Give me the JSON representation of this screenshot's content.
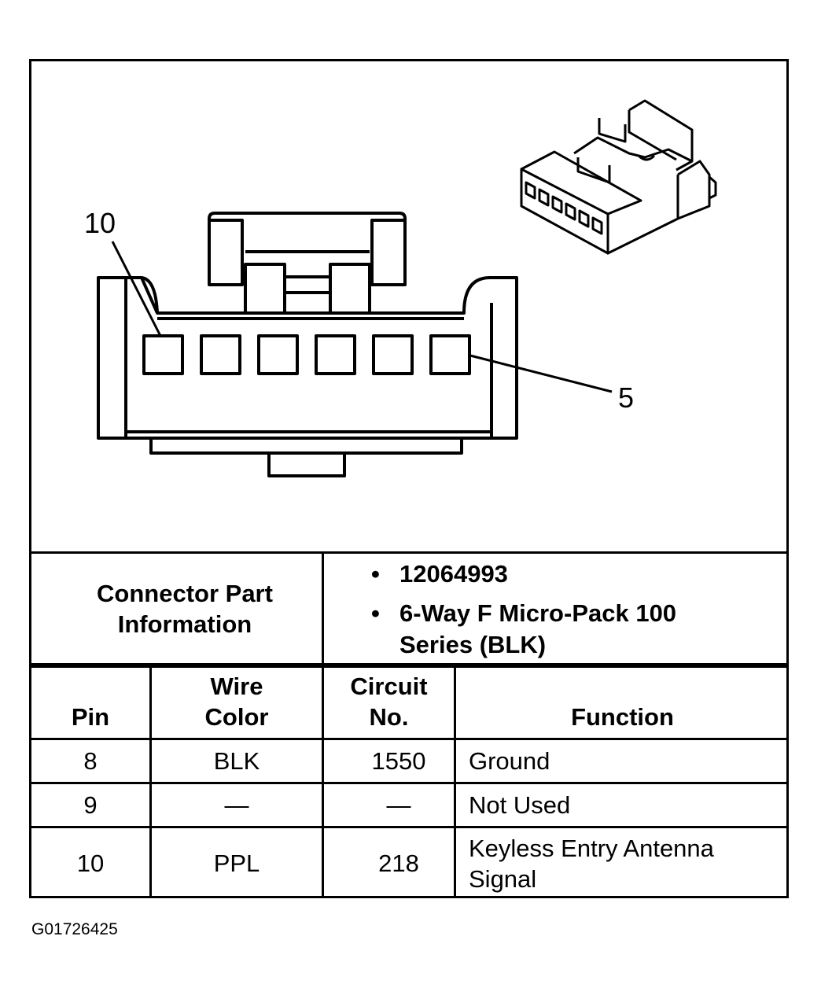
{
  "diagram": {
    "pin_callouts": [
      "10",
      "5"
    ]
  },
  "connector_info": {
    "label": "Connector Part Information",
    "items": [
      "12064993",
      "6-Way F Micro-Pack 100 Series (BLK)"
    ]
  },
  "table": {
    "headers": {
      "pin": "Pin",
      "wire_color": "Wire Color",
      "circuit_no": "Circuit No.",
      "function": "Function"
    },
    "rows": [
      {
        "pin": "8",
        "wire_color": "BLK",
        "circuit_no": "1550",
        "function": "Ground"
      },
      {
        "pin": "9",
        "wire_color": "—",
        "circuit_no": "—",
        "function": "Not Used"
      },
      {
        "pin": "10",
        "wire_color": "PPL",
        "circuit_no": "218",
        "function": "Keyless Entry Antenna Signal"
      }
    ]
  },
  "figure_id": "G01726425"
}
